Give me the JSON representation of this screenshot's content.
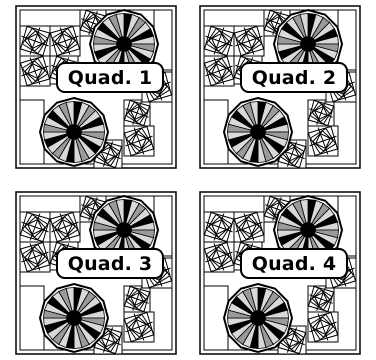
{
  "quadrants": [
    {
      "label": "Quad. 1"
    },
    {
      "label": "Quad. 2"
    },
    {
      "label": "Quad. 3"
    },
    {
      "label": "Quad. 4"
    }
  ],
  "colors": {
    "line": "#000000",
    "fill_gray": "#9a9a9a",
    "fill_light": "#d9d9d9",
    "background": "#ffffff"
  }
}
